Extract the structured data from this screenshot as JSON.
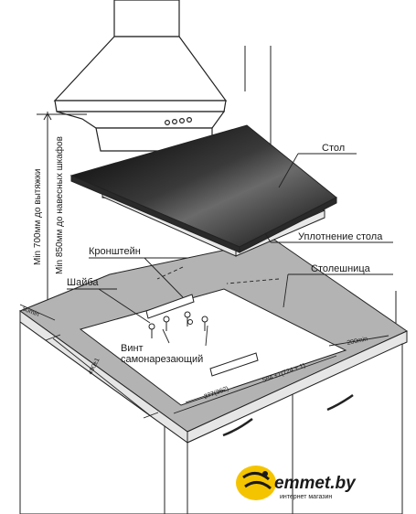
{
  "labels": {
    "table": "Стол",
    "table_seal": "Уплотнение стола",
    "bracket": "Кронштейн",
    "washer": "Шайба",
    "countertop": "Столешница",
    "screw_line1": "Винт",
    "screw_line2": "самонарезающий"
  },
  "dimensions": {
    "min_hood": "Min 700мм до вытяжки",
    "min_cabinets": "Min 850мм до навесных шкафов",
    "edge_offset": "50min",
    "side_offset": "200min",
    "cutout_depth": "490±1",
    "cutout_width": "584 ±1(724 ± 1)",
    "bracket_spacing": "277(362)"
  },
  "logo": {
    "brand": "emmet.by",
    "tagline": "интернет магазин"
  },
  "colors": {
    "countertop": "#b3b3b3",
    "cooktop_glass": "#111111",
    "logo_yellow": "#f5c400"
  }
}
